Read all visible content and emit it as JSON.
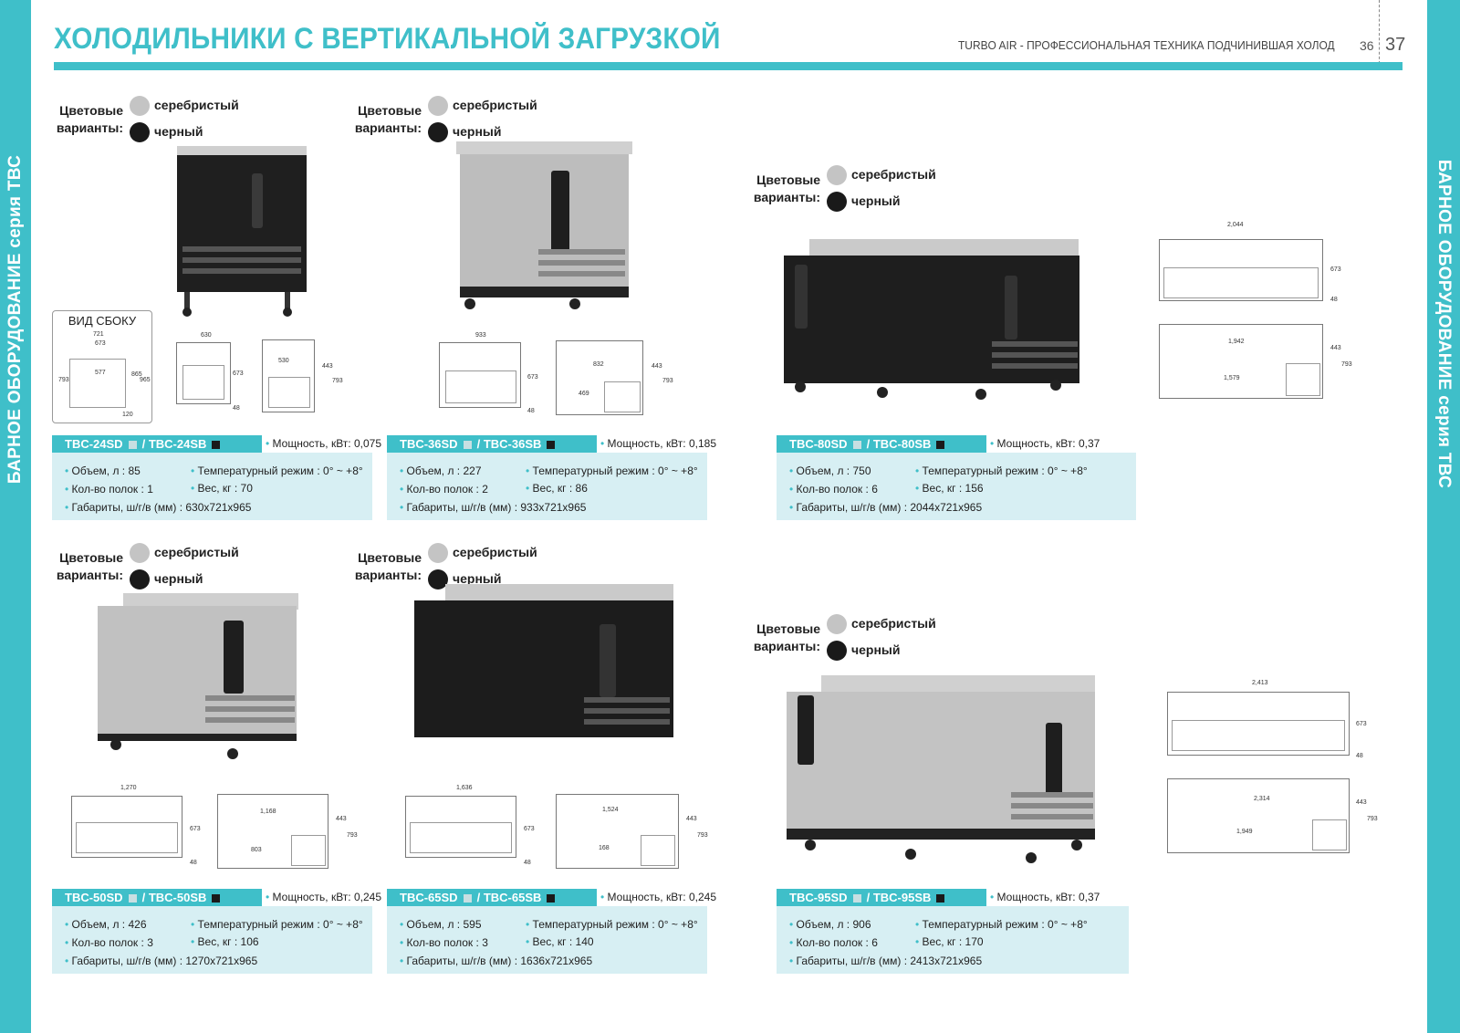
{
  "page": {
    "title": "ХОЛОДИЛЬНИКИ С ВЕРТИКАЛЬНОЙ ЗАГРУЗКОЙ",
    "tagline": "TURBO AIR - ПРОФЕССИОНАЛЬНАЯ ТЕХНИКА ПОДЧИНИВШАЯ ХОЛОД",
    "page_left": "36",
    "page_right": "37",
    "side_label": "БАРНОЕ ОБОРУДОВАНИЕ серия ТВС"
  },
  "color_options": {
    "label_line1": "Цветовые",
    "label_line2": "варианты:",
    "silver": "серебристый",
    "black": "черный"
  },
  "side_view": {
    "title": "ВИД СБОКУ",
    "d721": "721",
    "d673": "673",
    "d577": "577",
    "d865": "865",
    "d965": "965",
    "d793": "793",
    "d120": "120"
  },
  "labels": {
    "power": "Мощность, кВт:",
    "volume": "Объем, л :",
    "shelves": "Кол-во полок :",
    "temp": "Температурный режим : 0° ~ +8°",
    "weight": "Вес, кг :",
    "dims": "Габариты, ш/г/в (мм) :"
  },
  "products": [
    {
      "sd": "TBC-24SD",
      "sb": "TBC-24SB",
      "power": "0,075",
      "volume": "85",
      "shelves": "1",
      "weight": "70",
      "dims": "630x721x965",
      "w_front": "630",
      "w_inner": "530",
      "h1": "673",
      "h2": "443",
      "h3": "793",
      "h4": "48"
    },
    {
      "sd": "TBC-36SD",
      "sb": "TBC-36SB",
      "power": "0,185",
      "volume": "227",
      "shelves": "2",
      "weight": "86",
      "dims": "933x721x965",
      "w_front": "933",
      "w_inner": "832",
      "w_low": "469",
      "h1": "673",
      "h2": "443",
      "h3": "793",
      "h4": "48"
    },
    {
      "sd": "TBC-80SD",
      "sb": "TBC-80SB",
      "power": "0,37",
      "volume": "750",
      "shelves": "6",
      "weight": "156",
      "dims": "2044x721x965",
      "w_front": "2,044",
      "w_inner": "1,942",
      "w_low": "1,579",
      "h1": "673",
      "h2": "443",
      "h3": "793",
      "h4": "48"
    },
    {
      "sd": "TBC-50SD",
      "sb": "TBC-50SB",
      "power": "0,245",
      "volume": "426",
      "shelves": "3",
      "weight": "106",
      "dims": "1270x721x965",
      "w_front": "1,270",
      "w_inner": "1,168",
      "w_low": "803",
      "h1": "673",
      "h2": "443",
      "h3": "793",
      "h4": "48"
    },
    {
      "sd": "TBC-65SD",
      "sb": "TBC-65SB",
      "power": "0,245",
      "volume": "595",
      "shelves": "3",
      "weight": "140",
      "dims": "1636x721x965",
      "w_front": "1,636",
      "w_inner": "1,524",
      "w_low": "168",
      "h1": "673",
      "h2": "443",
      "h3": "793",
      "h4": "48"
    },
    {
      "sd": "TBC-95SD",
      "sb": "TBC-95SB",
      "power": "0,37",
      "volume": "906",
      "shelves": "6",
      "weight": "170",
      "dims": "2413x721x965",
      "w_front": "2,413",
      "w_inner": "2,314",
      "w_low": "1,949",
      "h1": "673",
      "h2": "443",
      "h3": "793",
      "h4": "48"
    }
  ],
  "colors": {
    "accent": "#3fbfc9",
    "panel": "#d7eff3",
    "silver": "#c4c4c4",
    "black": "#1a1a1a"
  }
}
